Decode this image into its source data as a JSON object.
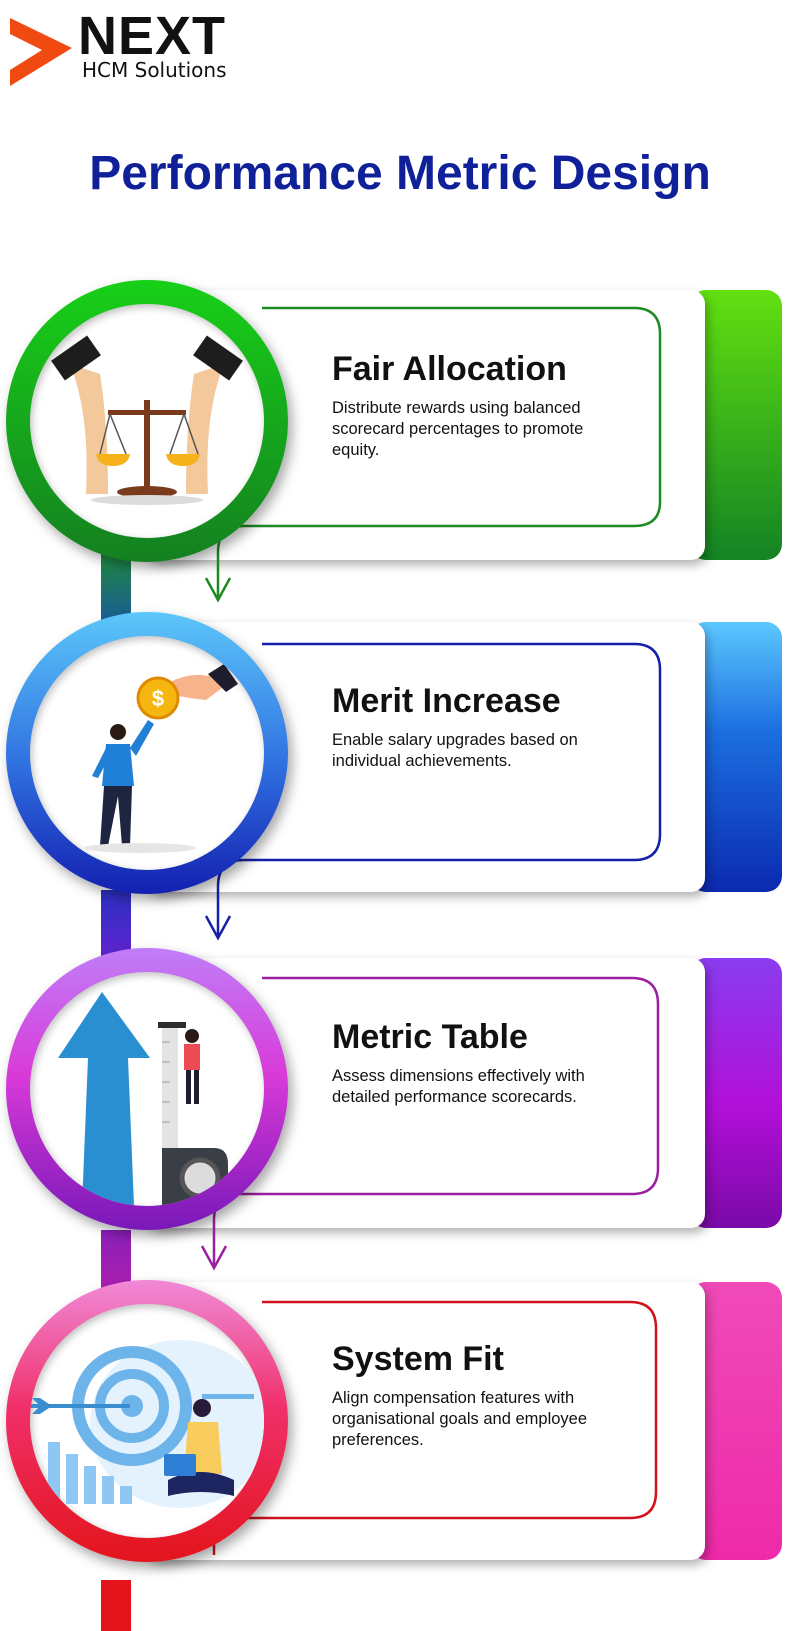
{
  "logo": {
    "brand": "NEXT",
    "subtitle": "HCM Solutions"
  },
  "title": "Performance Metric Design",
  "steps": [
    {
      "title": "Fair Allocation",
      "description": "Distribute rewards using balanced scorecard percentages to promote equity.",
      "color": "#1d8f22",
      "icon": "balance-scale-hands-icon"
    },
    {
      "title": "Merit Increase",
      "description": "Enable salary upgrades based on individual achievements.",
      "color": "#1430b0",
      "icon": "coin-reward-icon"
    },
    {
      "title": "Metric Table",
      "description": "Assess dimensions effectively with detailed performance scorecards.",
      "color": "#9b1fa8",
      "icon": "growth-arrow-icon"
    },
    {
      "title": "System Fit",
      "description": "Align compensation features with organisational goals and employee preferences.",
      "color": "#d41a2a",
      "icon": "target-icon"
    }
  ]
}
